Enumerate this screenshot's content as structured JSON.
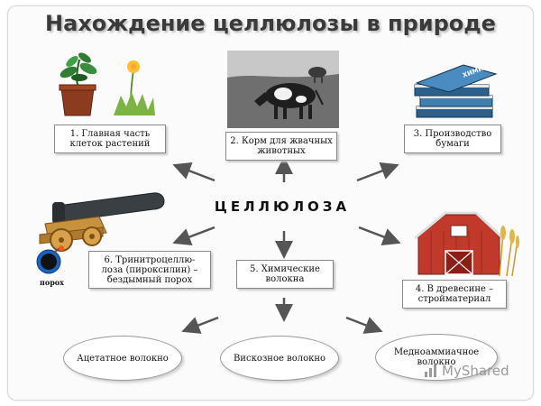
{
  "title": "Нахождение целлюлозы в природе",
  "center_label": "ЦЕЛЛЮЛОЗА",
  "boxes": {
    "b1": [
      "1. Главная часть",
      "клеток растений"
    ],
    "b2": [
      "2. Корм для жвачных",
      "животных"
    ],
    "b3": [
      "3. Производство",
      "бумаги"
    ],
    "b4": [
      "4. В древесине –",
      "стройматериал"
    ],
    "b5": [
      "5. Химические",
      "волокна"
    ],
    "b6": [
      "6. Тринитроцеллю-",
      "лоза (пироксилин) –",
      "бездымный порох"
    ]
  },
  "ovals": {
    "o1": "Ацетатное волокно",
    "o2": "Вискозное волокно",
    "o3": [
      "Медноаммиачное",
      "волокно"
    ]
  },
  "powder_label": "порох",
  "book_label": "ХИМИЯ",
  "watermark": "MyShared",
  "colors": {
    "arrow": "#555555",
    "barn": "#c0392b",
    "plant": "#2e7d32",
    "pot": "#8d3b1e",
    "books": "#2c5f8a"
  },
  "icons": [
    "plant-pot-icon",
    "dandelion-icon",
    "cow-photo-icon",
    "books-icon",
    "cannon-icon",
    "bomb-icon",
    "barn-icon",
    "wheat-icon"
  ]
}
